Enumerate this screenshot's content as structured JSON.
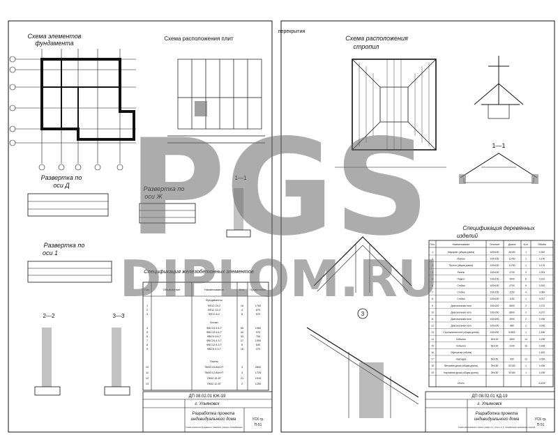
{
  "left_sheet": {
    "foundation_title_1": "Схема элементов",
    "foundation_title_2": "фундамента",
    "slab_title": "Схема расположения плит",
    "dev_d_1": "Развертка по",
    "dev_d_2": "оси Д",
    "dev_zh_1": "Развертка по",
    "dev_zh_2": "оси Ж",
    "dev_1_1": "Развертка по",
    "dev_1_2": "оси 1",
    "section_11": "1—1",
    "section_22": "2—2",
    "section_33": "3—3",
    "spec_title": "Спецификация железобетонных элементов",
    "spec_headers": [
      "Поз.",
      "Обозначение",
      "Наименование",
      "Кол.",
      "Примечание"
    ],
    "spec_group_1": "Фундаменты",
    "spec_group_2": "Блоки",
    "spec_group_3": "Плиты",
    "spec_rows": [
      {
        "pos": "1",
        "name": "ФЛ12.24-2",
        "qty": "16",
        "note": "1760"
      },
      {
        "pos": "2",
        "name": "ФЛ12.12-2",
        "qty": "4",
        "note": "870"
      },
      {
        "pos": "3",
        "name": "ФЛ12.8-2",
        "qty": "8",
        "note": "570"
      },
      {
        "pos": "4",
        "name": "ФБС24.4.6-Т",
        "qty": "65",
        "note": "1960"
      },
      {
        "pos": "5",
        "name": "ФБС12.4.6-Т",
        "qty": "40",
        "note": "970"
      },
      {
        "pos": "6",
        "name": "ФБС9.4.6-Т",
        "qty": "33",
        "note": "705"
      },
      {
        "pos": "7",
        "name": "ФБС24.4.3-Т",
        "qty": "17",
        "note": "1300"
      },
      {
        "pos": "8",
        "name": "ФБС12.4.3-Т",
        "qty": "8",
        "note": "640"
      },
      {
        "pos": "9",
        "name": "ФБС9.4.3-Т",
        "qty": "18",
        "note": "470"
      },
      {
        "pos": "10",
        "name": "ПК60.15-8АтVТ",
        "qty": "3",
        "note": "2800"
      },
      {
        "pos": "11",
        "name": "ПК60.12-8АтVТ",
        "qty": "3",
        "note": "1725"
      },
      {
        "pos": "12",
        "name": "ПК42.15-6Т",
        "qty": "21",
        "note": "1915"
      },
      {
        "pos": "13",
        "name": "ПК42.12-6Т",
        "qty": "2",
        "note": "1250"
      }
    ],
    "stamp_code": "ДП 08.02.01 КЖ-19",
    "stamp_place": "г. Ульяновск",
    "stamp_project_1": "Разработка проекта",
    "stamp_project_2": "индивидуального дома",
    "stamp_sheet_note": "Схема элементов фундамента, развертки, разрезы, спецификация",
    "stamp_org_1": "УСК гр.",
    "stamp_org_2": "П-51"
  },
  "right_sheet": {
    "header_word": "перекрытия",
    "rafter_title_1": "Схема расположения",
    "rafter_title_2": "стропил",
    "section_11": "1—1",
    "node_3": "3",
    "spec_title_1": "Спецификация деревянных",
    "spec_title_2": "изделий",
    "spec_headers": [
      "Поз.",
      "Наименование",
      "Сечение",
      "Длина",
      "Кол.",
      "Объём"
    ],
    "spec_rows": [
      {
        "pos": "1",
        "name": "Мауэрлат (общая длина)",
        "sec": "100x150",
        "len": "26150",
        "qty": "1",
        "vol": "0,392"
      },
      {
        "pos": "2",
        "name": "Лежень",
        "sec": "100x150",
        "len": "11750",
        "qty": "1",
        "vol": "0,176"
      },
      {
        "pos": "3",
        "name": "Прогон (общая длина)",
        "sec": "100x150",
        "len": "11750",
        "qty": "1",
        "vol": "0,176"
      },
      {
        "pos": "4",
        "name": "Ригель",
        "sec": "100x150",
        "len": "2700",
        "qty": "5",
        "vol": "0,203"
      },
      {
        "pos": "5",
        "name": "Подкос",
        "sec": "100x150",
        "len": "2600",
        "qty": "8",
        "vol": "0,312"
      },
      {
        "pos": "6",
        "name": "Стойка",
        "sec": "100x150",
        "len": "2700",
        "qty": "6",
        "vol": "0,243"
      },
      {
        "pos": "7",
        "name": "Стойка",
        "sec": "100x150",
        "len": "1150",
        "qty": "4",
        "vol": "0,069"
      },
      {
        "pos": "8",
        "name": "Стойка",
        "sec": "100x150",
        "len": "1150",
        "qty": "1",
        "vol": "0,017"
      },
      {
        "pos": "9",
        "name": "Диагональная нога",
        "sec": "100x200",
        "len": "6800",
        "qty": "2",
        "vol": "0,272"
      },
      {
        "pos": "10",
        "name": "Диагональная нога",
        "sec": "100x200",
        "len": "6800",
        "qty": "2",
        "vol": "0,272"
      },
      {
        "pos": "11",
        "name": "Диагональная нога",
        "sec": "100x200",
        "len": "4900",
        "qty": "2",
        "vol": "0,196"
      },
      {
        "pos": "12",
        "name": "Диагональная нога",
        "sec": "100x200",
        "len": "880",
        "qty": "2",
        "vol": "0,035"
      },
      {
        "pos": "13",
        "name": "Стропильная нога (общая длина)",
        "sec": "100x200",
        "len": "81800",
        "qty": "1",
        "vol": "1,636"
      },
      {
        "pos": "14",
        "name": "Кобылка",
        "sec": "50x100",
        "len": "2800",
        "qty": "14",
        "vol": "0,196"
      },
      {
        "pos": "15",
        "name": "Кобылка",
        "sec": "50x100",
        "len": "2100",
        "qty": "16",
        "vol": "0,168"
      },
      {
        "pos": "16",
        "name": "Обрешетка (объём)",
        "sec": "",
        "len": "",
        "qty": "",
        "vol": "1,620"
      },
      {
        "pos": "17",
        "name": "Накладка",
        "sec": "50x150",
        "len": "600",
        "qty": "12",
        "vol": "0,054"
      },
      {
        "pos": "18",
        "name": "Ветровая доска (общая длина)",
        "sec": "25x150",
        "len": "52180",
        "qty": "1",
        "vol": "0,196"
      },
      {
        "pos": "19",
        "name": "Карнизная доска (общая длина)",
        "sec": "25x150",
        "len": "52180",
        "qty": "1",
        "vol": "0,196"
      }
    ],
    "spec_total_label": "Итого",
    "spec_total_value": "6,429",
    "stamp_code": "ДП 08.02.01 КД-19",
    "stamp_place": "г. Ульяновск",
    "stamp_project_1": "Разработка проекта",
    "stamp_project_2": "индивидуального дома",
    "stamp_sheet_note": "Схема расположения стропил, разрез 1-1, узлы 1, 2, 3, спецификация деревянных изделий",
    "stamp_org_1": "УСК гр.",
    "stamp_org_2": "П-51"
  },
  "watermark": {
    "big": "PGS",
    "small": "DIPLOM.RU",
    "color": "#6a6a6a"
  }
}
